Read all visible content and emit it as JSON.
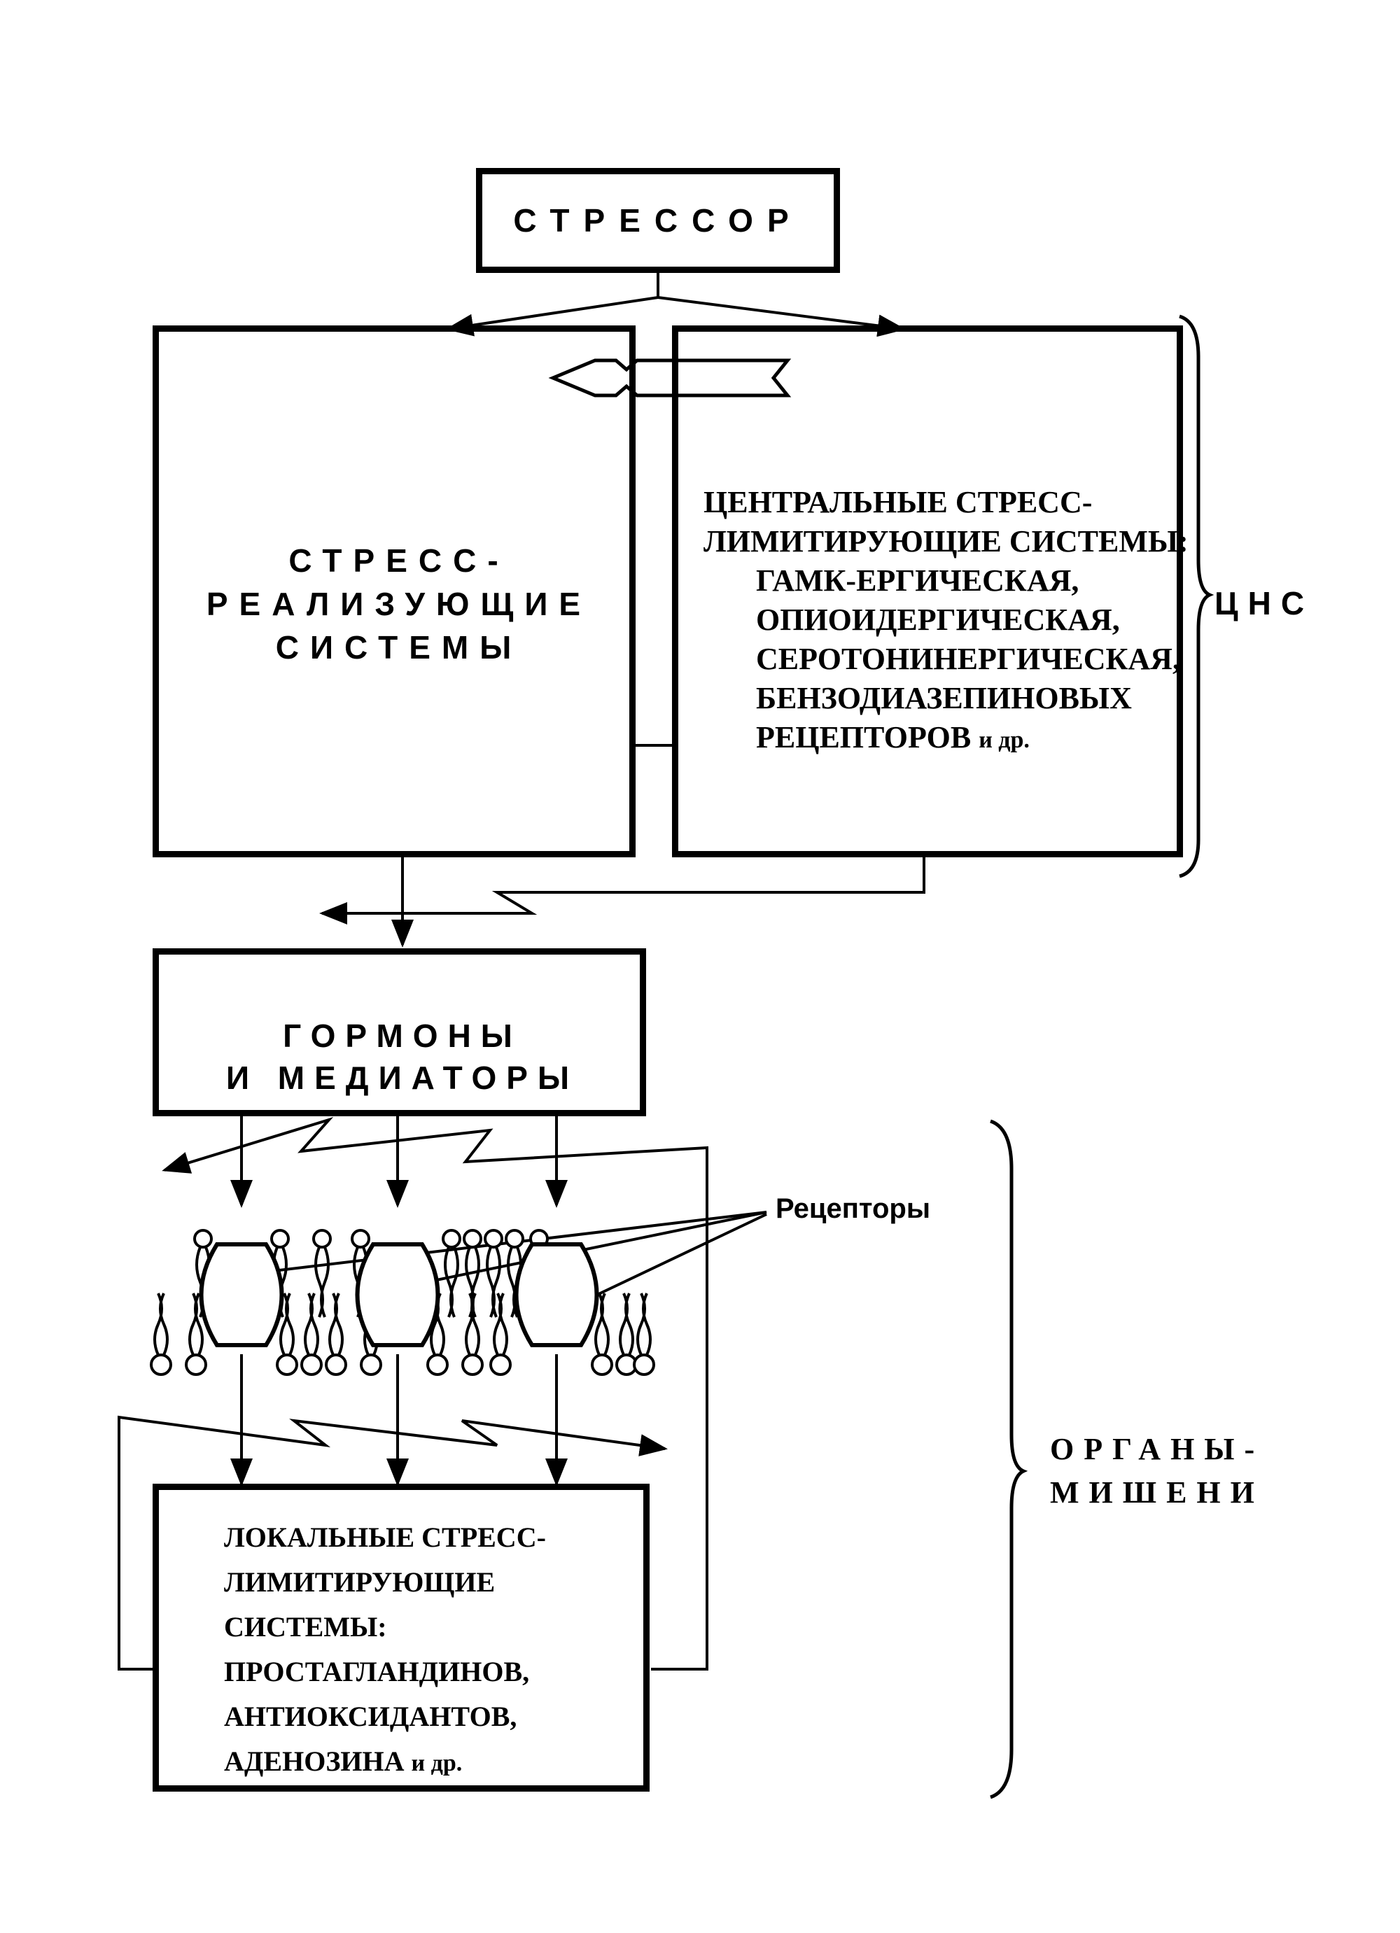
{
  "nodes": {
    "stressor": "СТРЕССОР",
    "stress_realizing": [
      "СТРЕСС-",
      "РЕАЛИЗУЮЩИЕ",
      "СИСТЕМЫ"
    ],
    "central_limiting": {
      "title_lines": [
        "ЦЕНТРАЛЬНЫЕ СТРЕСС-",
        "ЛИМИТИРУЮЩИЕ СИСТЕМЫ:"
      ],
      "items": [
        "ГАМК-ЕРГИЧЕСКАЯ,",
        "ОПИОИДЕРГИЧЕСКАЯ,",
        "СЕРОТОНИНЕРГИЧЕСКАЯ,",
        "БЕНЗОДИАЗЕПИНОВЫХ"
      ],
      "last_item": "РЕЦЕПТОРОВ",
      "last_suffix": "и др."
    },
    "hormones": [
      "ГОРМОНЫ",
      "И МЕДИАТОРЫ"
    ],
    "receptors": "Рецепторы",
    "local_limiting": {
      "lines": [
        "ЛОКАЛЬНЫЕ СТРЕСС-",
        "ЛИМИТИРУЮЩИЕ",
        "СИСТЕМЫ:",
        "ПРОСТАГЛАНДИНОВ,",
        "АНТИОКСИДАНТОВ,"
      ],
      "last_line": "АДЕНОЗИНА",
      "last_suffix": "и др."
    }
  },
  "brackets": {
    "cns": "ЦНС",
    "target_organs": [
      "ОРГАНЫ-",
      "МИШЕНИ"
    ]
  }
}
